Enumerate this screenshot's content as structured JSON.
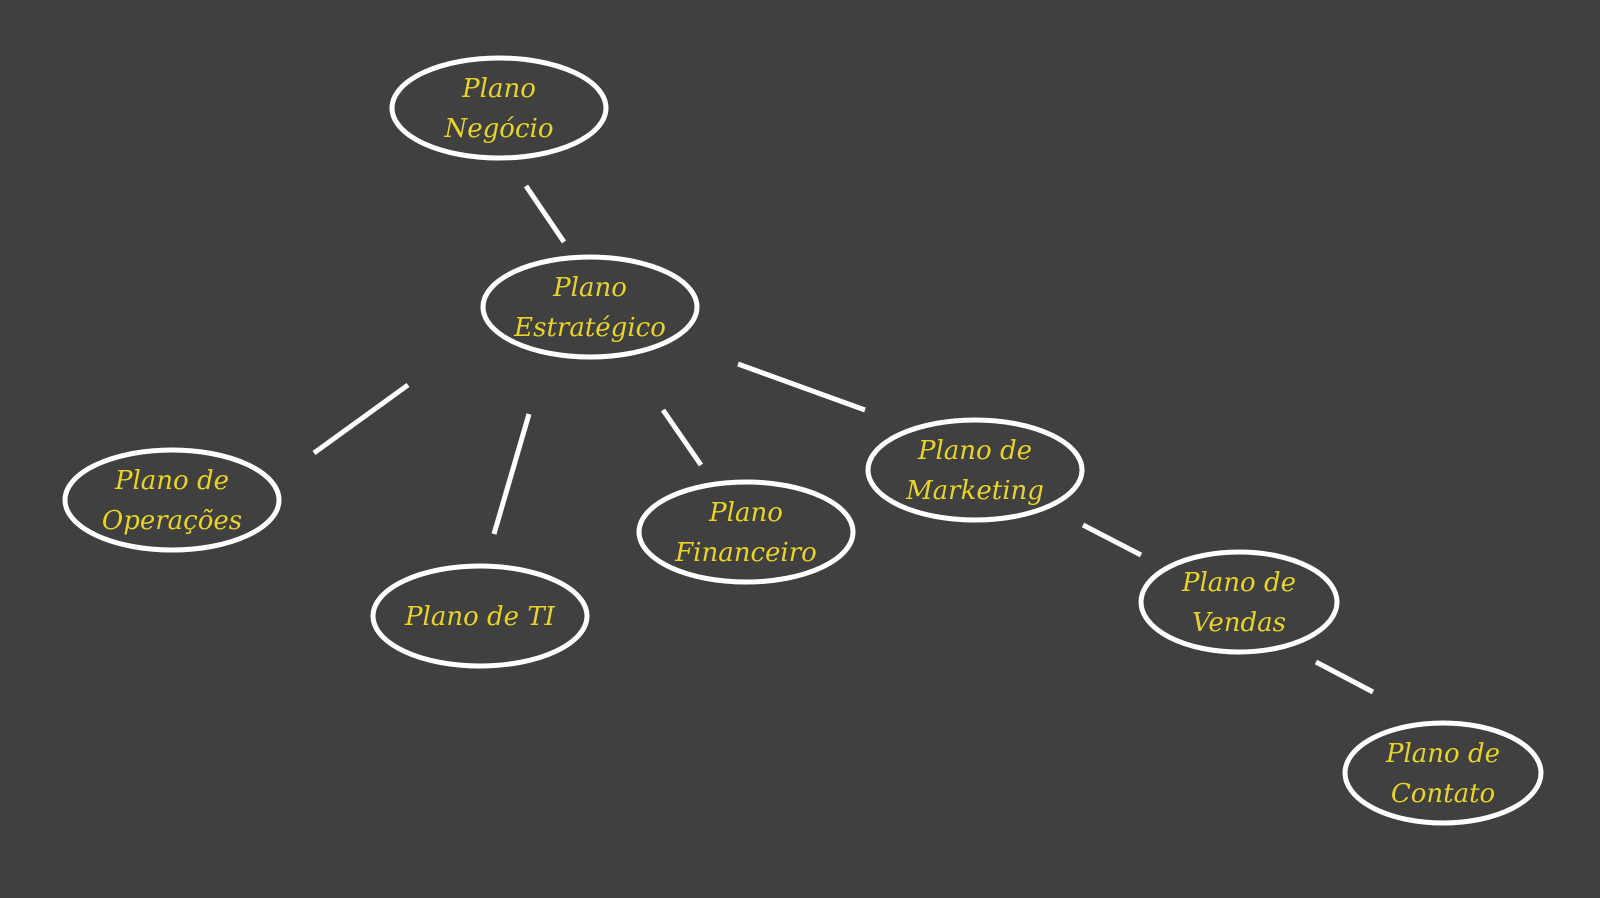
{
  "colors": {
    "background": "#404040",
    "stroke": "#ffffff",
    "text": "#e8d32a"
  },
  "nodes": [
    {
      "id": "negocio",
      "lines": [
        "Plano",
        "Negócio"
      ]
    },
    {
      "id": "estrategico",
      "lines": [
        "Plano",
        "Estratégico"
      ]
    },
    {
      "id": "operacoes",
      "lines": [
        "Plano de",
        "Operações"
      ]
    },
    {
      "id": "ti",
      "lines": [
        "Plano de TI"
      ]
    },
    {
      "id": "financeiro",
      "lines": [
        "Plano",
        "Financeiro"
      ]
    },
    {
      "id": "marketing",
      "lines": [
        "Plano de",
        "Marketing"
      ]
    },
    {
      "id": "vendas",
      "lines": [
        "Plano de",
        "Vendas"
      ]
    },
    {
      "id": "contato",
      "lines": [
        "Plano de",
        "Contato"
      ]
    }
  ],
  "edges": [
    {
      "from": "negocio",
      "to": "estrategico"
    },
    {
      "from": "estrategico",
      "to": "operacoes"
    },
    {
      "from": "estrategico",
      "to": "ti"
    },
    {
      "from": "estrategico",
      "to": "financeiro"
    },
    {
      "from": "estrategico",
      "to": "marketing"
    },
    {
      "from": "marketing",
      "to": "vendas"
    },
    {
      "from": "vendas",
      "to": "contato"
    }
  ]
}
